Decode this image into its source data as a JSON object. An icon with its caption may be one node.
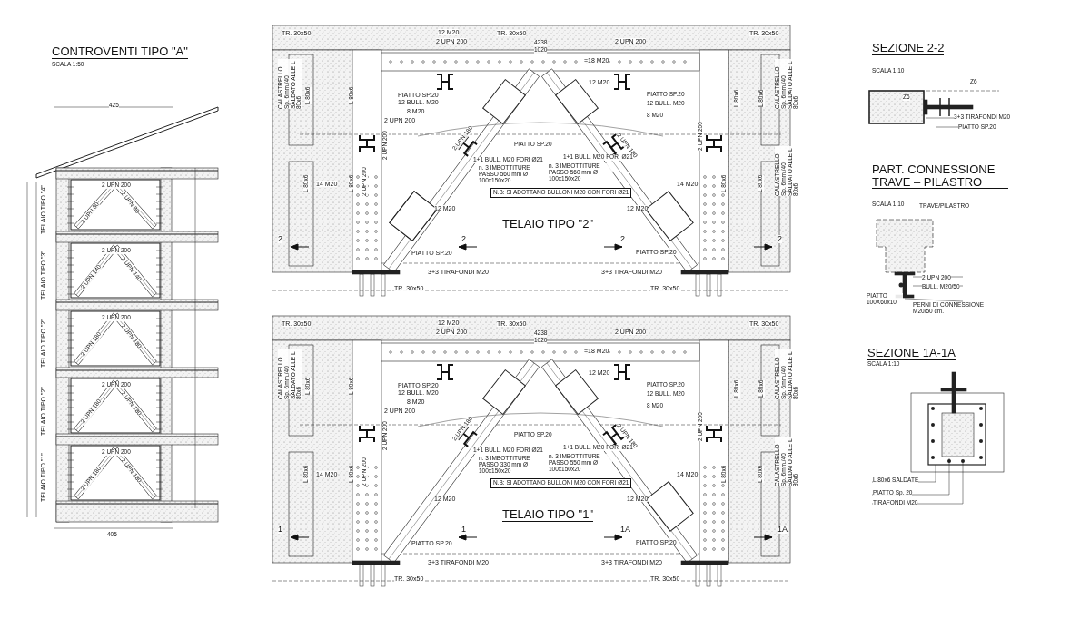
{
  "diagram": {
    "labels": [
      "CONTROVENTI TIPO \"A\"",
      "SCALA 1:50",
      "TELAIO TIPO \"4\"",
      "TELAIO TIPO \"3\"",
      "TELAIO TIPO \"2\"",
      "TELAIO TIPO \"2\"",
      "TELAIO TIPO \"1\"",
      "425",
      "2 UPN 200",
      "2 UPN 200",
      "2 UPN 200",
      "2 UPN 200",
      "2 UPN 200",
      "2 UPN 80",
      "2 UPN 80",
      "2 UPN 140",
      "2 UPN 140",
      "2 UPN 180",
      "2 UPN 180",
      "2 UPN 180",
      "2 UPN 180",
      "2 UPN 180",
      "2 UPN 180",
      "405",
      "4238",
      "TR. 30x50",
      "12 M20",
      "TR. 30x50",
      "1020",
      "TR. 30x50",
      "2 UPN 200",
      "2 UPN 200",
      "CALASTRELLO Sp. 6mm./40 SALDATO ALLE L 80x6",
      "=18 M20",
      "L 80x6",
      "L 80x6",
      "PIATTO SP.20",
      "12 BULL. M20",
      "PIATTO SP.20",
      "12 M20",
      "12 BULL. M20",
      "L 80x6",
      "L 80x6",
      "CALASTRELLO Sp. 6mm./40 SALDATO ALLE L 80x6",
      "8 M20",
      "8 M20",
      "2 UPN 200",
      "2 UPN 200",
      "2 UPN 180",
      "PIATTO SP.20",
      "2 UPN 180",
      "2 UPN 200",
      "1+1 BULL. M20 FORI Ø21",
      "n. 3 IMBOTTITURE PASSO 560 mm Ø 100x150x20",
      "1+1 BULL. M20 FORI Ø21",
      "n. 3 IMBOTTITURE PASSO 560 mm Ø 100x150x20",
      "L 80x6",
      "2 UPN 200",
      "L 80x6",
      "14 M20",
      "N.B: SI ADOTTANO BULLONI M20 CON FORI Ø21",
      "14 M20",
      "L 80x6",
      "L 80x6",
      "CALASTRELLO Sp. 6mm./40 SALDATO ALLE L 80x6",
      "12 M20",
      "12 M20",
      "TELAIO TIPO \"2\"",
      "2",
      "2",
      "2",
      "2",
      "PIATTO SP.20",
      "PIATTO SP.20",
      "3+3 TIRAFONDI M20",
      "3+3 TIRAFONDI M20",
      "TR. 30x50",
      "TR. 30x50",
      "4238",
      "TR. 30x50",
      "12 M20",
      "TR. 30x50",
      "1020",
      "TR. 30x50",
      "2 UPN 200",
      "2 UPN 200",
      "CALASTRELLO Sp. 6mm./40 SALDATO ALLE L 80x6",
      "=18 M20",
      "L 80x6",
      "L 80x6",
      "PIATTO SP.20",
      "12 BULL. M20",
      "PIATTO SP.20",
      "12 M20",
      "12 BULL. M20",
      "L 80x6",
      "L 80x6",
      "CALASTRELLO Sp. 6mm./40 SALDATO ALLE L 80x6",
      "8 M20",
      "8 M20",
      "2 UPN 200",
      "2 UPN 200",
      "2 UPN 180",
      "PIATTO SP.20",
      "2 UPN 180",
      "2 UPN 200",
      "1+1 BULL. M20 FORI Ø21",
      "n. 3 IMBOTTITURE PASSO 330 mm Ø 100x150x20",
      "1+1 BULL. M20 FORI Ø21",
      "n. 3 IMBOTTITURE PASSO 550 mm Ø 100x150x20",
      "L 80x6",
      "2 UPN 200",
      "L 80x6",
      "14 M20",
      "N.B: SI ADOTTANO BULLONI M20 CON FORI Ø21",
      "14 M20",
      "L 80x6",
      "L 80x6",
      "CALASTRELLO Sp. 6mm./40 SALDATO ALLE L 80x6",
      "12 M20",
      "12 M20",
      "TELAIO TIPO \"1\"",
      "1",
      "1",
      "1A",
      "1A",
      "PIATTO SP.20",
      "PIATTO SP.20",
      "3+3 TIRAFONDI M20",
      "3+3 TIRAFONDI M20",
      "TR. 30x50",
      "TR. 30x50",
      "SEZIONE 2-2",
      "SCALA 1:10",
      "Z6",
      "Z6",
      "3+3 TIRAFONDI M20",
      "PIATTO SP.20",
      "PART. CONNESSIONE TRAVE – PILASTRO",
      "SCALA 1:10",
      "TRAVE/PILASTRO",
      "2 UPN 200",
      "BULL. M20/50",
      "PIATTO 100X60x10",
      "PERNI DI CONNESSIONE M20/50 cm.",
      "SEZIONE 1A-1A",
      "SCALA 1:10",
      "L 80x6 SALDATE",
      "PIATTO Sp. 20",
      "TIRAFONDI M20"
    ]
  }
}
